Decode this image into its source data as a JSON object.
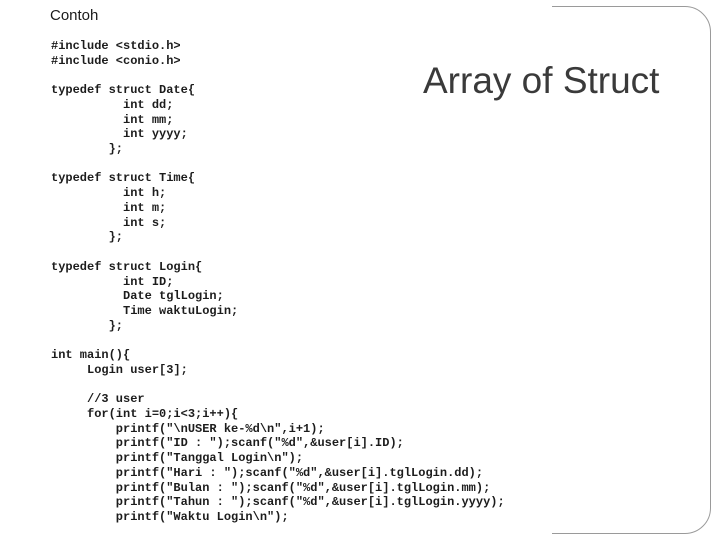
{
  "slide": {
    "label": "Contoh",
    "title": "Array of Struct"
  },
  "code_lines": [
    "#include <stdio.h>",
    "#include <conio.h>",
    "",
    "typedef struct Date{",
    "          int dd;",
    "          int mm;",
    "          int yyyy;",
    "        };",
    "",
    "typedef struct Time{",
    "          int h;",
    "          int m;",
    "          int s;",
    "        };",
    "",
    "typedef struct Login{",
    "          int ID;",
    "          Date tglLogin;",
    "          Time waktuLogin;",
    "        };",
    "",
    "int main(){",
    "     Login user[3];",
    "",
    "     //3 user",
    "     for(int i=0;i<3;i++){",
    "         printf(\"\\nUSER ke-%d\\n\",i+1);",
    "         printf(\"ID : \");scanf(\"%d\",&user[i].ID);",
    "         printf(\"Tanggal Login\\n\");",
    "         printf(\"Hari : \");scanf(\"%d\",&user[i].tglLogin.dd);",
    "         printf(\"Bulan : \");scanf(\"%d\",&user[i].tglLogin.mm);",
    "         printf(\"Tahun : \");scanf(\"%d\",&user[i].tglLogin.yyyy);",
    "         printf(\"Waktu Login\\n\");"
  ]
}
